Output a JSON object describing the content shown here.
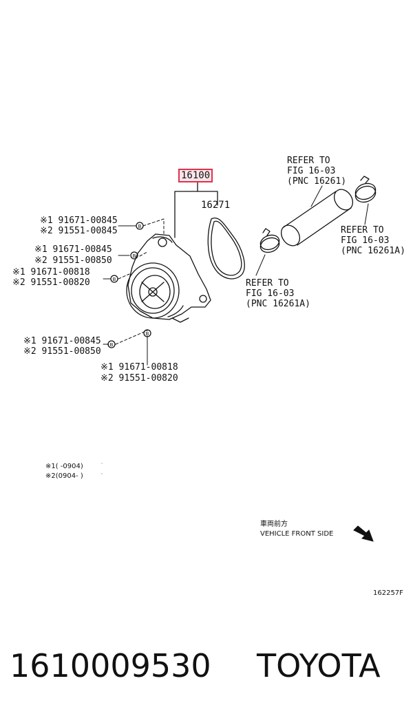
{
  "main_part": "16100",
  "gasket": "16271",
  "refer_upper": [
    "REFER TO",
    "FIG 16-03",
    "(PNC 16261)"
  ],
  "refer_right": [
    "REFER TO",
    "FIG 16-03",
    "(PNC 16261A)"
  ],
  "refer_lower": [
    "REFER TO",
    "FIG 16-03",
    "(PNC 16261A)"
  ],
  "bolts": [
    {
      "l1": "※1 91671-00845",
      "l2": "※2 91551-00845"
    },
    {
      "l1": "※1 91671-00845",
      "l2": "※2 91551-00850"
    },
    {
      "l1": "※1 91671-00818",
      "l2": "※2 91551-00820"
    },
    {
      "l1": "※1 91671-00845",
      "l2": "※2 91551-00850"
    },
    {
      "l1": "※1 91671-00818",
      "l2": "※2 91551-00820"
    }
  ],
  "callout_letter": "B",
  "notes": [
    "※1(      -0904)",
    "※2(0904-      )"
  ],
  "front": {
    "jp": "車両前方",
    "en": "VEHICLE FRONT SIDE"
  },
  "fig_code": "162257F",
  "footer": {
    "part_number": "1610009530",
    "brand": "TOYOTA"
  },
  "colors": {
    "highlight_border": "#e0304a",
    "highlight_fill": "#fde6ea"
  }
}
